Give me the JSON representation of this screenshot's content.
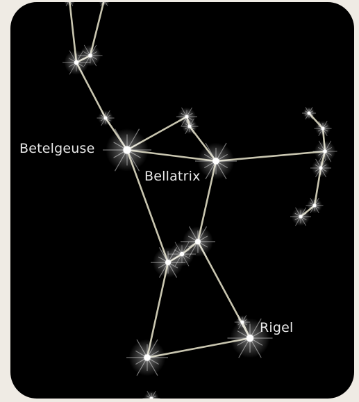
{
  "constellation": {
    "labels": {
      "betelgeuse": "Betelgeuse",
      "bellatrix": "Bellatrix",
      "rigel": "Rigel"
    },
    "colors": {
      "background": "#000000",
      "frame": "#efebe4",
      "line": "#c9c6b0",
      "star": "#ffffff",
      "label": "#e9e9e9"
    }
  }
}
